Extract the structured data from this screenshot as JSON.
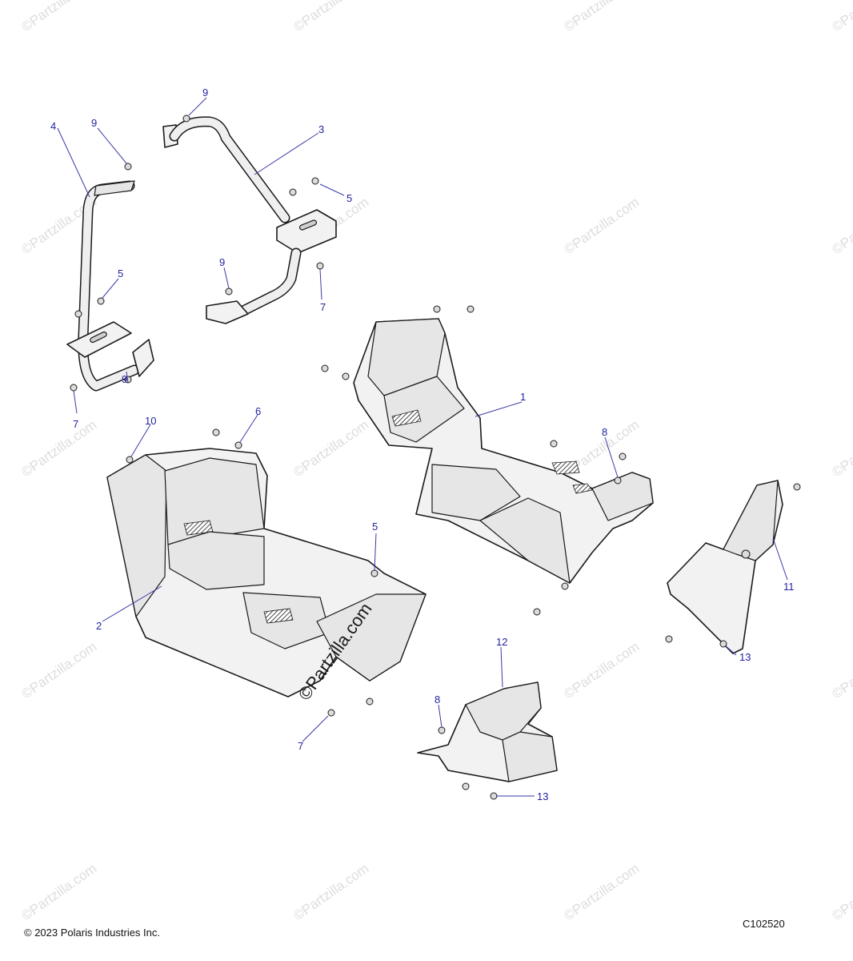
{
  "watermark": "©Partzilla.com",
  "watermark_center": "©Partzilla.com",
  "copyright": "© 2023 Polaris Industries Inc.",
  "diagram_code": "C102520",
  "callouts": {
    "c1": "1",
    "c2": "2",
    "c3": "3",
    "c4": "4",
    "c5a": "5",
    "c5b": "5",
    "c5c": "5",
    "c6": "6",
    "c7a": "7",
    "c7b": "7",
    "c7c": "7",
    "c8a": "8",
    "c8b": "8",
    "c9a": "9",
    "c9b": "9",
    "c9c": "9",
    "c9d": "9",
    "c10": "10",
    "c11": "11",
    "c12": "12",
    "c13a": "13",
    "c13b": "13"
  }
}
